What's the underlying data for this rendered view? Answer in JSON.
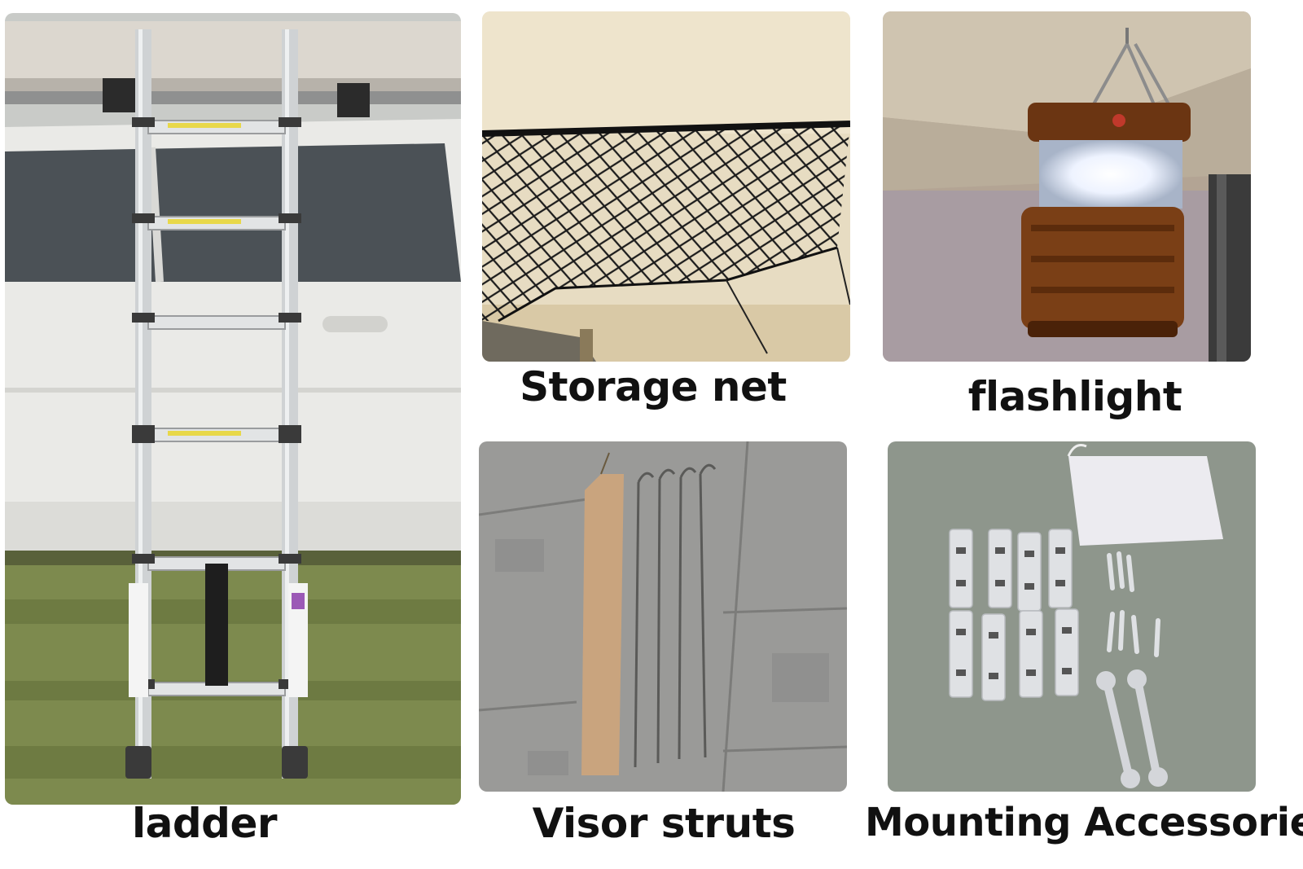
{
  "panels": {
    "ladder": {
      "caption": "ladder"
    },
    "storage_net": {
      "caption": "Storage net"
    },
    "flashlight": {
      "caption": "flashlight"
    },
    "visor_struts": {
      "caption": "Visor struts"
    },
    "mounting_accessories": {
      "caption": "Mounting Accessories"
    }
  },
  "colors": {
    "background": "#ffffff",
    "caption_text": "#111111",
    "grass": "#7d8a4e",
    "car_body": "#e9e9e6",
    "tent_fabric": "#e7dcc2",
    "net": "#1c1c1c",
    "lantern_body": "#7a3f16",
    "pavement": "#9a9a98",
    "bag_tan": "#c9a47e",
    "mat_grey": "#8e968c"
  }
}
